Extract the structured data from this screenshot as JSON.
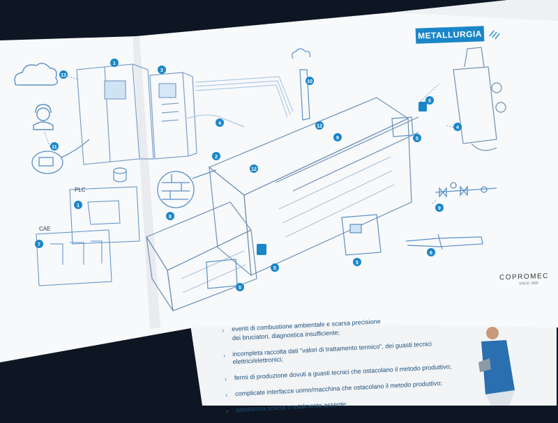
{
  "header": {
    "section_title": "METALLURGIA"
  },
  "labels": {
    "plc": "PLC",
    "cae": "CAE",
    "brand": "COPROMEC",
    "brand_sub": "SINCE 1986"
  },
  "callouts": [
    "1",
    "2",
    "3",
    "4",
    "5",
    "6",
    "7",
    "8",
    "9",
    "10",
    "11",
    "12",
    "13"
  ],
  "bullets": [
    "eventi di combustione ambientale e scarsa precisione",
    "dei bruciatori, diagnostica insufficiente;",
    "incompleta raccolta dati \"valori di trattamento termico\", dei guasti tecnici elettrici/elettronici;",
    "fermi di produzione dovuti a guasti tecnici che ostacolano il metodo produttivo;",
    "complicate interfacce uomo/macchina che ostacolano il metodo produttivo;",
    "assistenza scarsa o totalmente assente;"
  ],
  "colors": {
    "accent": "#1a86c8",
    "line": "#5a8fc4",
    "paper": "#f7f9fb",
    "background": "#0d1622"
  }
}
